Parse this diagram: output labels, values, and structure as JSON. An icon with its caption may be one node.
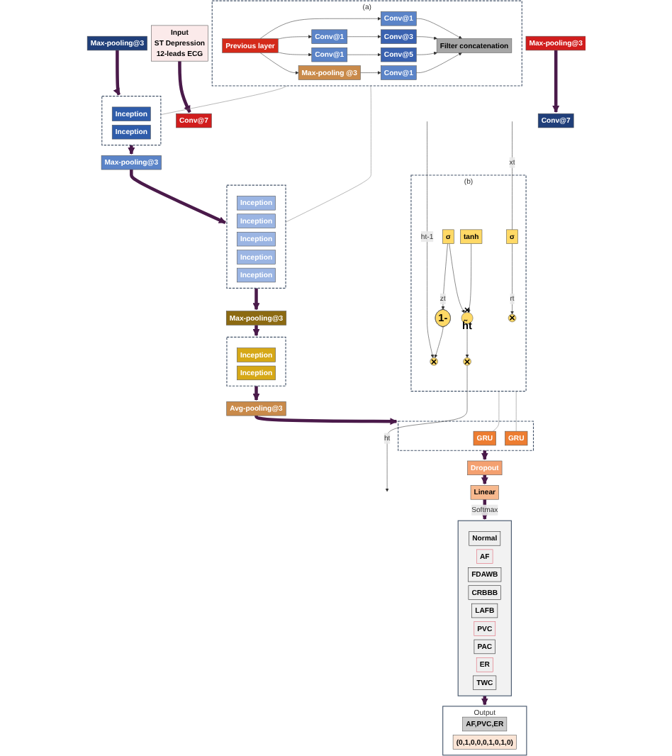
{
  "diagram": {
    "nodes": [
      {
        "text": [
          "(a)"
        ]
      },
      {
        "text": [
          "Filter concatenation"
        ],
        "in": 0
      },
      {
        "text": [
          "Conv@3"
        ],
        "in": 0
      },
      {
        "text": [
          "Conv@5"
        ],
        "in": 0
      },
      {
        "text": [
          "Conv@1"
        ],
        "in": 0
      },
      {
        "text": [
          "Conv@1"
        ],
        "in": 0
      },
      {
        "text": [
          "Conv@1"
        ],
        "in": 0
      },
      {
        "text": [
          "Conv@1"
        ],
        "in": 0
      },
      {
        "text": [
          "Max-pooling @3"
        ],
        "in": 0
      },
      {
        "text": [
          "Previous layer"
        ],
        "in": 0
      },
      {
        "text": [
          "(b)"
        ]
      },
      {
        "text": [
          "×"
        ],
        "in": 10
      },
      {
        "text": [
          "×"
        ],
        "in": 10
      },
      {
        "text": [
          "×"
        ],
        "in": 10
      },
      {
        "text": [
          "1-"
        ],
        "in": 10
      },
      {
        "text": [
          "×"
        ],
        "in": 10,
        "beside": [
          "h̃t"
        ]
      },
      {
        "text": [
          "σ"
        ],
        "in": 10
      },
      {
        "text": [
          "σ"
        ],
        "in": 10
      },
      {
        "text": [
          "tanh"
        ],
        "in": 10
      },
      {
        "text": [
          "Input",
          "ST Depression",
          "12-leads ECG"
        ]
      },
      {
        "text": [
          "Conv@7"
        ]
      },
      {
        "text": [
          "Max-pooling@3"
        ]
      },
      {
        "text": [
          "Conv@7"
        ]
      },
      {
        "text": [
          "Max-pooling@3"
        ]
      },
      {
        "text": [],
        "shape": "box"
      },
      {
        "text": [
          "Inception"
        ],
        "in": 24
      },
      {
        "text": [
          "Inception"
        ],
        "in": 24
      },
      {
        "text": [
          "Max-pooling@3"
        ]
      },
      {
        "text": [],
        "shape": "box"
      },
      {
        "text": [
          "Inception"
        ],
        "in": 28
      },
      {
        "text": [
          "Inception"
        ],
        "in": 28
      },
      {
        "text": [
          "Inception"
        ],
        "in": 28
      },
      {
        "text": [
          "Inception"
        ],
        "in": 28
      },
      {
        "text": [
          "Inception"
        ],
        "in": 28
      },
      {
        "text": [
          "Max-pooling@3"
        ]
      },
      {
        "text": [],
        "shape": "box"
      },
      {
        "text": [
          "Inception"
        ],
        "in": 35
      },
      {
        "text": [
          "Inception"
        ],
        "in": 35
      },
      {
        "text": [
          "Avg-pooling@3"
        ]
      },
      {
        "text": [],
        "shape": "box"
      },
      {
        "text": [
          "GRU"
        ],
        "in": 39
      },
      {
        "text": [
          "GRU"
        ],
        "in": 39
      },
      {
        "text": [
          "Dropout"
        ]
      },
      {
        "text": [
          "Linear"
        ]
      },
      {
        "text": [],
        "shape": "box"
      },
      {
        "text": [
          "Normal"
        ],
        "in": 44
      },
      {
        "text": [
          "AF"
        ],
        "in": 44
      },
      {
        "text": [
          "FDAWB"
        ],
        "in": 44
      },
      {
        "text": [
          "CRBBB"
        ],
        "in": 44
      },
      {
        "text": [
          "LAFB"
        ],
        "in": 44
      },
      {
        "text": [
          "PVC"
        ],
        "in": 44
      },
      {
        "text": [
          "PAC"
        ],
        "in": 44
      },
      {
        "text": [
          "ER"
        ],
        "in": 44
      },
      {
        "text": [
          "TWC"
        ],
        "in": 44
      },
      {
        "text": [
          "Output"
        ]
      },
      {
        "text": [
          "AF,PVC,ER"
        ],
        "in": 54
      },
      {
        "text": [
          "(0,1,0,0,0,1,0,1,0)"
        ],
        "in": 54
      }
    ],
    "edges": [
      {
        "from": 9,
        "to": 5,
        "arrow": "to"
      },
      {
        "from": 9,
        "to": 6,
        "arrow": "to"
      },
      {
        "from": 9,
        "to": 7,
        "arrow": "to"
      },
      {
        "from": 9,
        "to": 8,
        "arrow": "to"
      },
      {
        "from": 6,
        "to": 2,
        "arrow": "to"
      },
      {
        "from": 7,
        "to": 3,
        "arrow": "to"
      },
      {
        "from": 8,
        "to": 4,
        "arrow": "to"
      },
      {
        "from": 5,
        "to": 1,
        "arrow": "to"
      },
      {
        "from": 2,
        "to": 1,
        "arrow": "to"
      },
      {
        "from": 3,
        "to": 1,
        "arrow": "to"
      },
      {
        "from": 4,
        "to": 1,
        "arrow": "to"
      },
      {
        "from": null,
        "to": 12,
        "label": "ht-1",
        "arrow": "to"
      },
      {
        "from": null,
        "to": 16,
        "label": "xt",
        "arrow": "none"
      },
      {
        "from": 16,
        "to": 11,
        "label": "rt",
        "arrow": "to"
      },
      {
        "from": 17,
        "to": 14,
        "label": "zt",
        "arrow": "to"
      },
      {
        "from": 17,
        "to": 15,
        "arrow": "to"
      },
      {
        "from": 14,
        "to": 12,
        "arrow": "to"
      },
      {
        "from": 18,
        "to": 15,
        "arrow": "to"
      },
      {
        "from": 15,
        "to": 13,
        "arrow": "to"
      },
      {
        "from": 13,
        "to": null,
        "label": "ht",
        "arrow": "to"
      },
      {
        "from": 19,
        "to": 20,
        "arrow": "to",
        "style": "thick",
        "color": "#4a1a4a"
      },
      {
        "from": 21,
        "to": 22,
        "arrow": "to",
        "style": "thick",
        "color": "#4a1a4a"
      },
      {
        "from": 23,
        "to": 24,
        "arrow": "to",
        "style": "thick",
        "color": "#4a1a4a"
      },
      {
        "from": 24,
        "to": 27,
        "arrow": "to",
        "style": "thick",
        "color": "#4a1a4a"
      },
      {
        "from": 27,
        "to": 28,
        "arrow": "to",
        "style": "thick",
        "color": "#4a1a4a"
      },
      {
        "from": 28,
        "to": 34,
        "arrow": "to",
        "style": "thick",
        "color": "#4a1a4a"
      },
      {
        "from": 34,
        "to": 35,
        "arrow": "to",
        "style": "thick",
        "color": "#4a1a4a"
      },
      {
        "from": 35,
        "to": 38,
        "arrow": "to",
        "style": "thick",
        "color": "#4a1a4a"
      },
      {
        "from": 38,
        "to": 39,
        "arrow": "to",
        "style": "thick",
        "color": "#4a1a4a"
      },
      {
        "from": 39,
        "to": 42,
        "arrow": "to",
        "style": "thick",
        "color": "#4a1a4a"
      },
      {
        "from": 42,
        "to": 43,
        "arrow": "to",
        "style": "thick",
        "color": "#4a1a4a"
      },
      {
        "from": 43,
        "to": 44,
        "label": "Softmax",
        "arrow": "to",
        "style": "thick",
        "color": "#4a1a4a"
      },
      {
        "from": 44,
        "to": 54,
        "arrow": "to",
        "style": "thick",
        "color": "#4a1a4a"
      },
      {
        "from": 0,
        "to": 24,
        "arrow": "none",
        "color": "#808080"
      },
      {
        "from": 0,
        "to": 28,
        "arrow": "none",
        "color": "#808080"
      },
      {
        "from": 10,
        "to": 40,
        "arrow": "none",
        "color": "#808080"
      },
      {
        "from": 10,
        "to": 41,
        "arrow": "none",
        "color": "#808080"
      }
    ]
  }
}
